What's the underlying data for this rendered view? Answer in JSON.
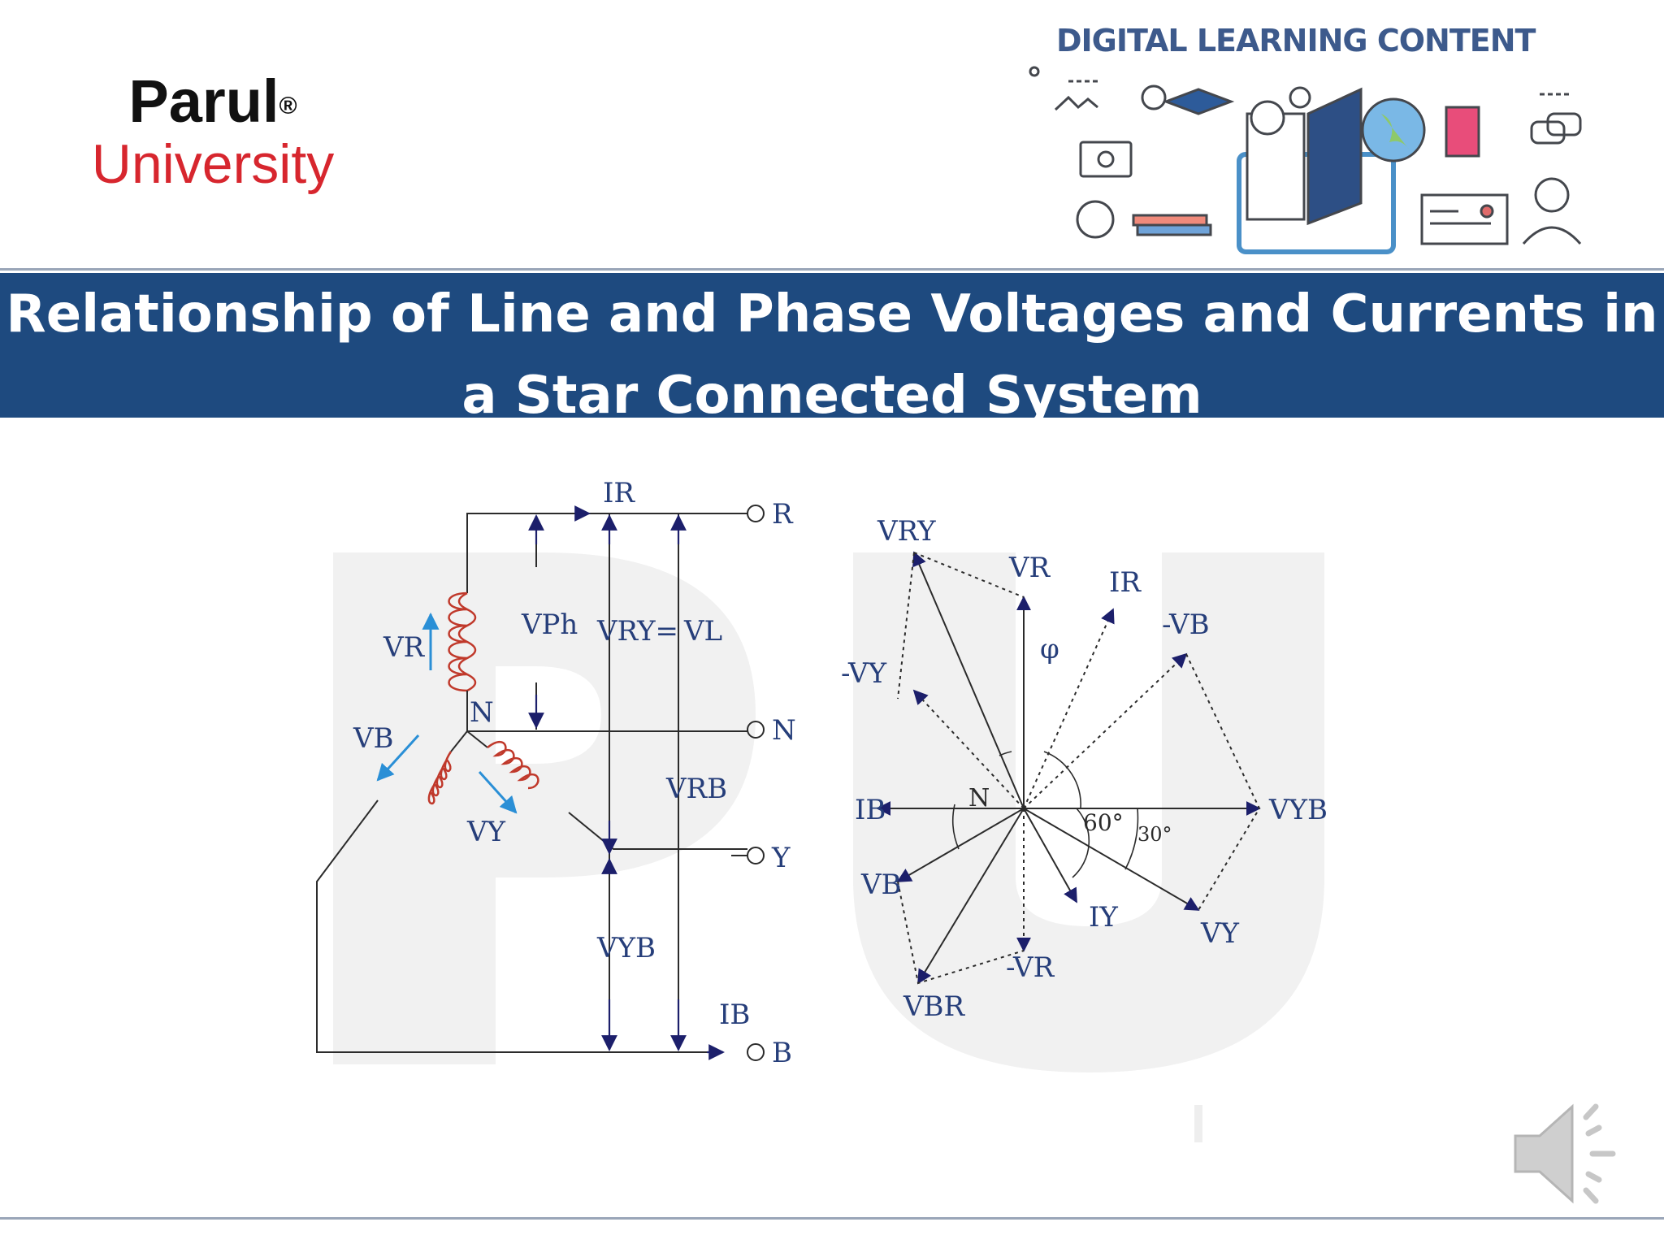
{
  "logo": {
    "name": "Parul",
    "registered": "®",
    "subtitle": "University"
  },
  "header": {
    "tagline": "DIGITAL LEARNING CONTENT"
  },
  "banner": {
    "title_line1": "Relationship of Line and Phase Voltages and Currents in",
    "title_line2": "a Star Connected    System"
  },
  "diagram_left": {
    "terminals": [
      "R",
      "N",
      "Y",
      "B"
    ],
    "labels": {
      "I_R": "IR",
      "V_R": "VR",
      "V_Ph": "VPh",
      "V_RY": "VRY=",
      "V_L": "VL",
      "N": "N",
      "V_B": "VB",
      "V_Y": "VY",
      "V_RB": "VRB",
      "V_YB": "VYB",
      "I_B": "IB"
    }
  },
  "diagram_right": {
    "labels": {
      "V_RY": "VRY",
      "V_R": "VR",
      "I_R": "IR",
      "neg_V_B": "-VB",
      "phi": "φ",
      "neg_V_Y": "-VY",
      "I_B": "IB",
      "N": "N",
      "angle60": "60°",
      "angle30": "30°",
      "V_YB": "VYB",
      "V_B": "VB",
      "I_Y": "IY",
      "V_Y": "VY",
      "neg_V_R": "-VR",
      "V_BR": "VBR"
    }
  },
  "colors": {
    "banner": "#1e4a7f",
    "wire": "#2b2b2b",
    "arrow": "#1c1f6b",
    "coil": "#c0392b",
    "blue_arrow": "#2a8fd6"
  },
  "icons": [
    "speaker-icon",
    "education-illustration"
  ]
}
